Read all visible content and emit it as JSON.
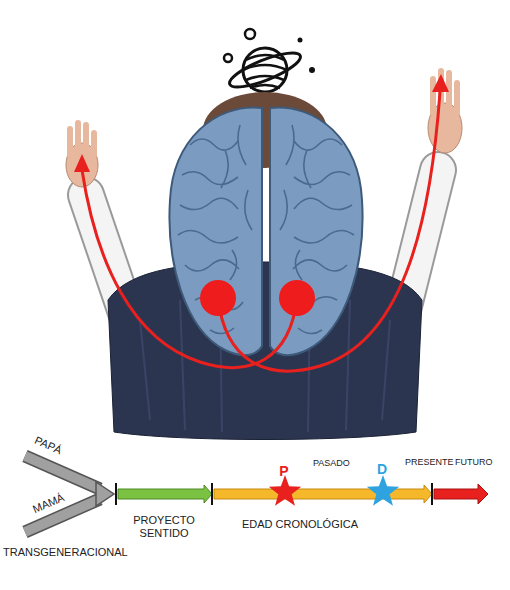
{
  "diagram": {
    "labels": [
      "PAPÁ",
      "MAMÁ",
      "P",
      "PASADO",
      "D",
      "PRESENTE",
      "FUTURO",
      "PROYECTO SENTIDO",
      "EDAD CRONOLÓGICA",
      "TRANSGENERACIONAL"
    ]
  }
}
